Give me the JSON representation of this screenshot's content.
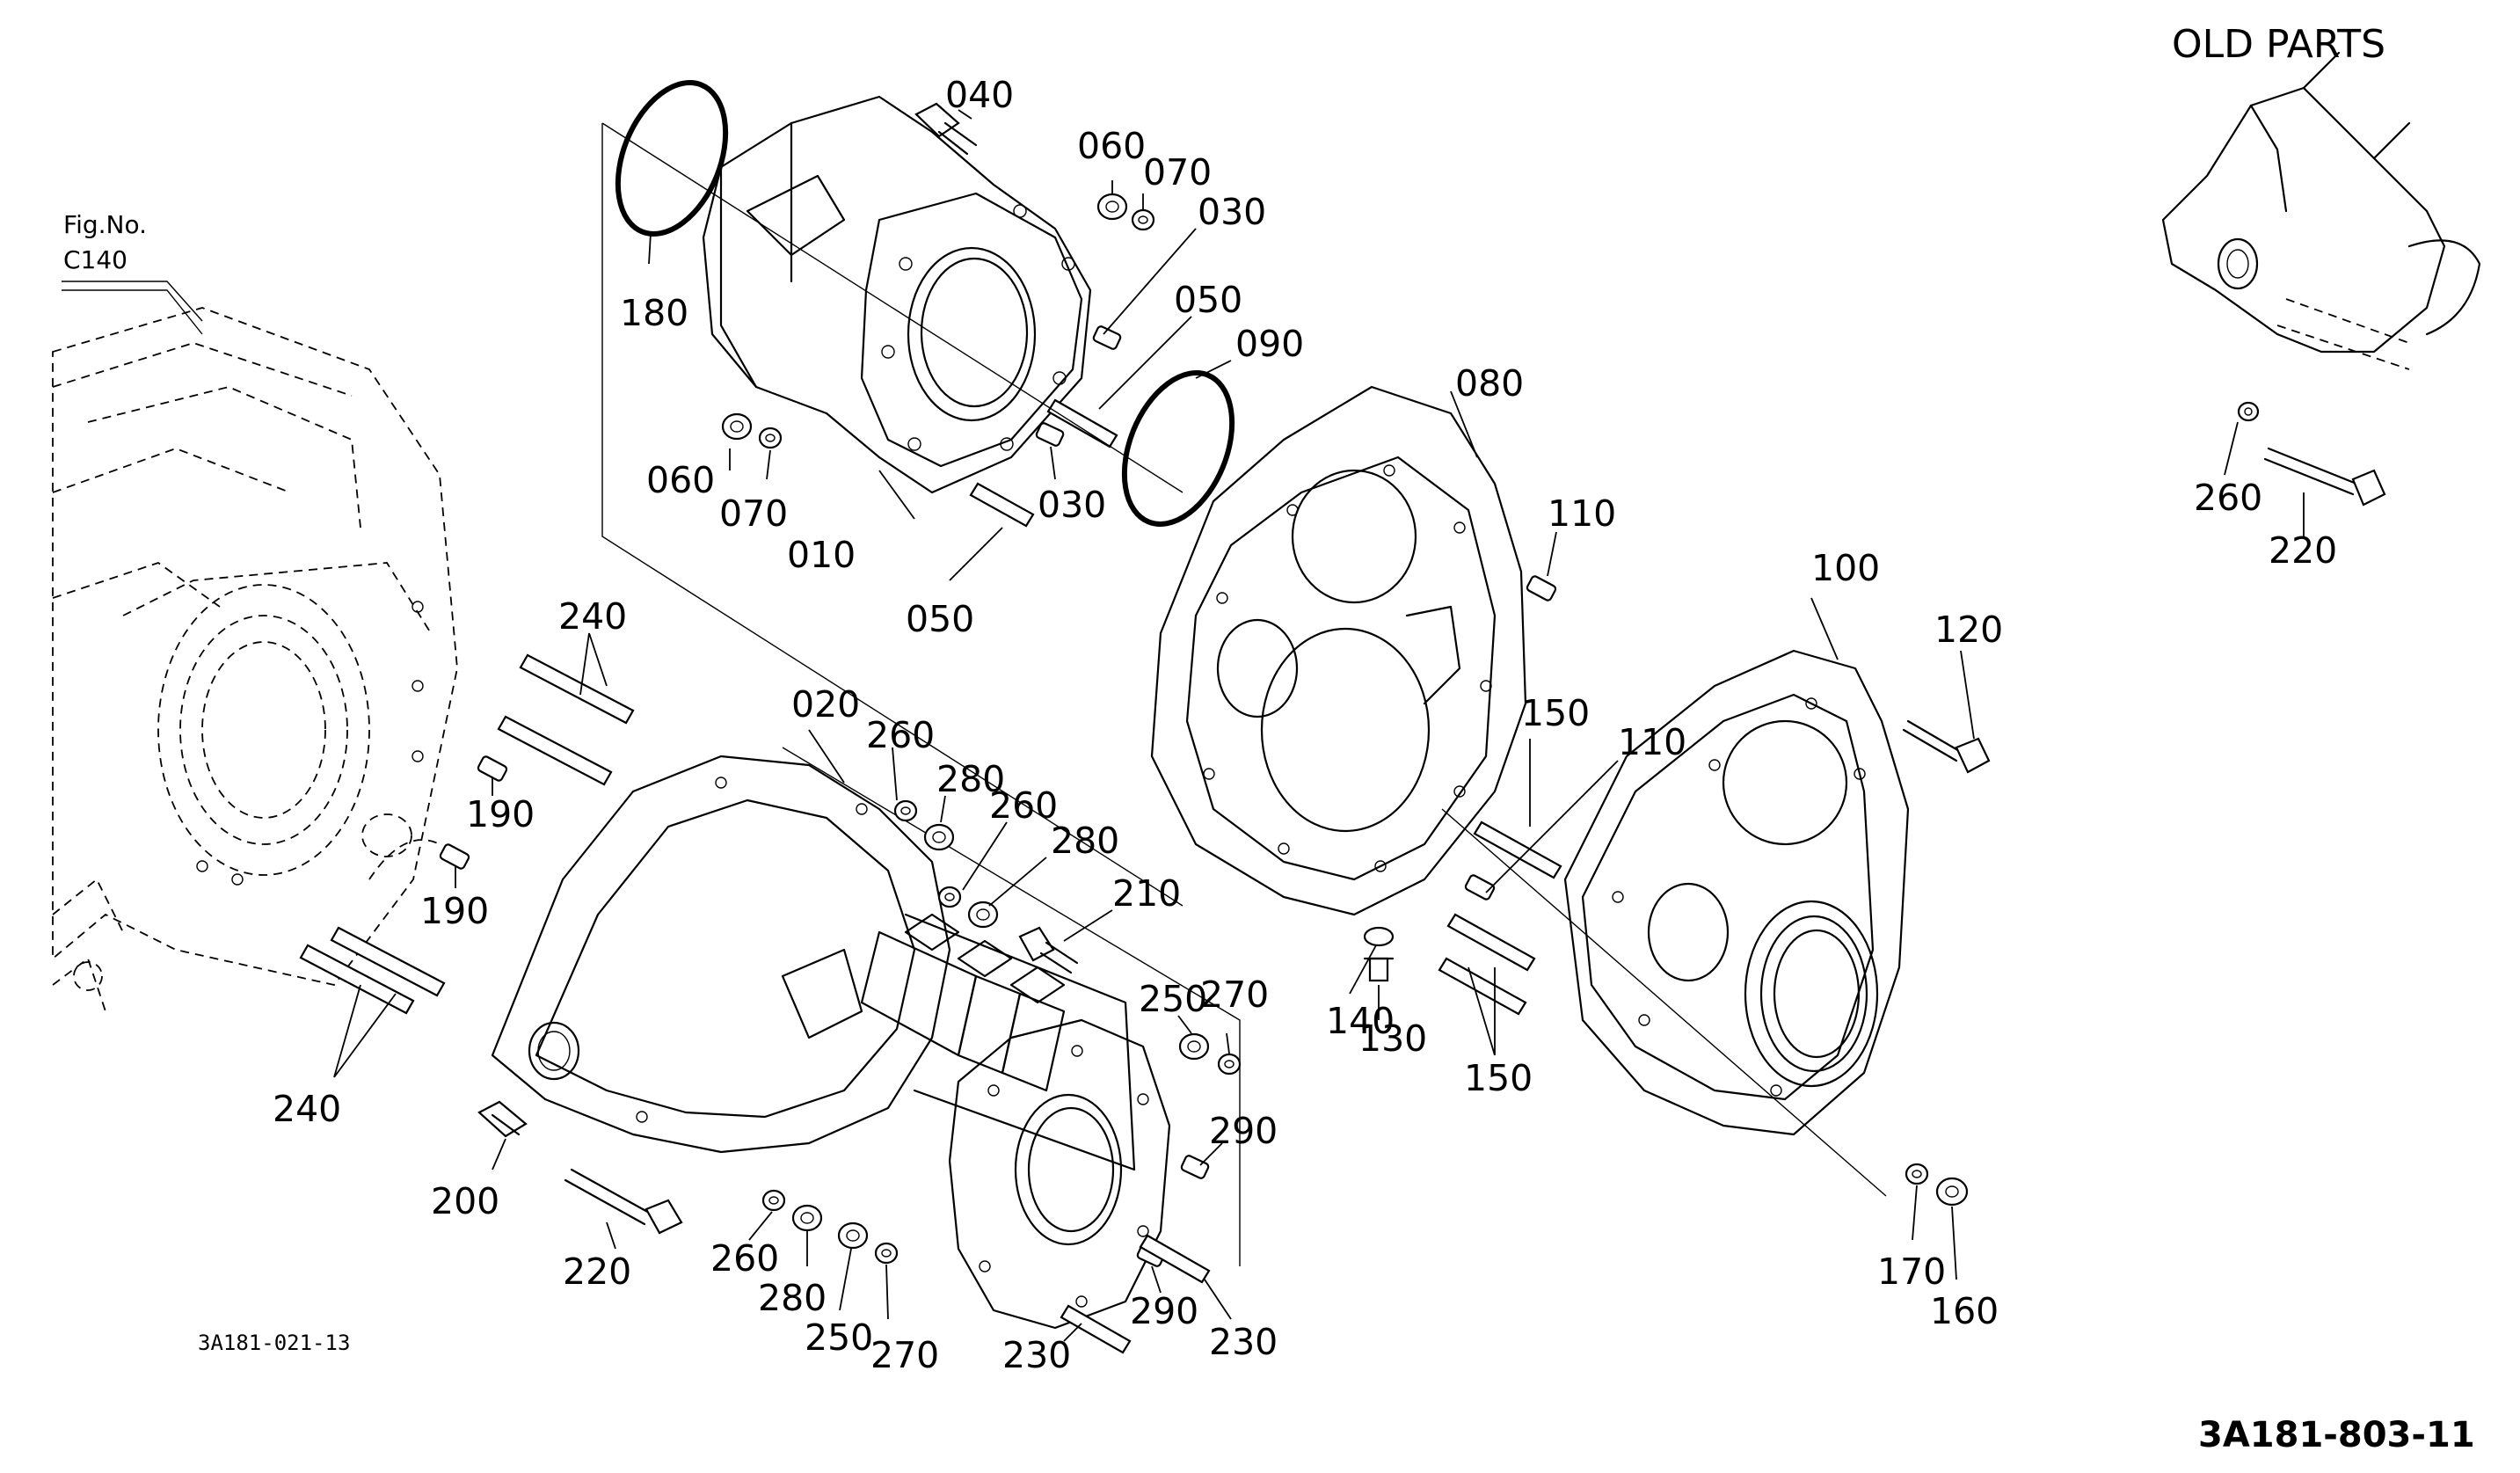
{
  "header": {
    "old_parts_title": "OLD PARTS",
    "fig_label": "Fig.No.",
    "fig_number": "C140"
  },
  "footer": {
    "left_code": "3A181-021-13",
    "right_code": "3A181-803-11"
  },
  "callouts": {
    "c040": "040",
    "c060_top": "060",
    "c070_top": "070",
    "c030_top": "030",
    "c180": "180",
    "c050_top": "050",
    "c090": "090",
    "c080": "080",
    "c060_left": "060",
    "c070_left": "070",
    "c030_mid": "030",
    "c010": "010",
    "c050_bottom": "050",
    "c110_top": "110",
    "c100": "100",
    "c120": "120",
    "c240_top": "240",
    "c020": "020",
    "c260_a": "260",
    "c280_a": "280",
    "c260_b": "260",
    "c280_b": "280",
    "c190_a": "190",
    "c190_b": "190",
    "c210": "210",
    "c150_top": "150",
    "c110_mid": "110",
    "c250_top": "250",
    "c270_top": "270",
    "c140": "140",
    "c130": "130",
    "c150_bottom": "150",
    "c240_bottom": "240",
    "c290_top": "290",
    "c200": "200",
    "c220_bottom": "220",
    "c260_c": "260",
    "c280_c": "280",
    "c250_bottom": "250",
    "c270_bottom": "270",
    "c230_a": "230",
    "c290_bottom": "290",
    "c230_b": "230",
    "c170": "170",
    "c160": "160",
    "c260_old": "260",
    "c220_old": "220"
  }
}
